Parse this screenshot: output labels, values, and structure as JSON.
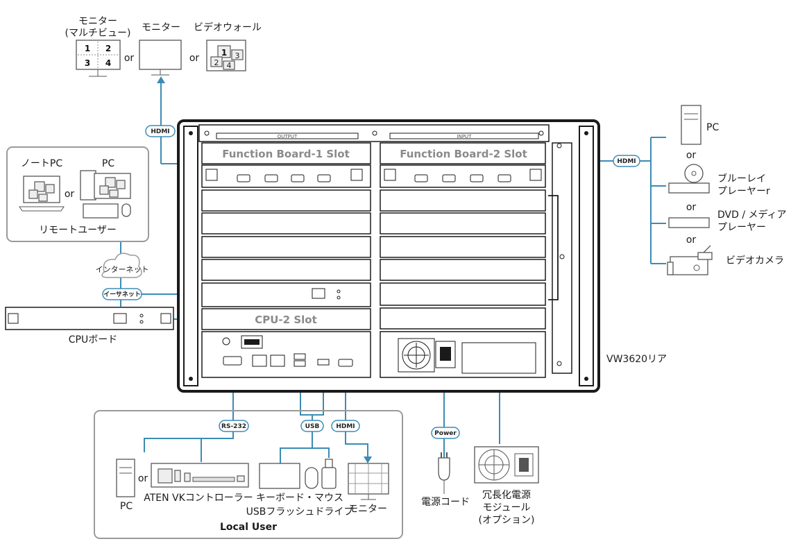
{
  "top_displays": {
    "multiview_label_1": "モニター",
    "multiview_label_2": "(マルチビュー)",
    "monitor_label": "モニター",
    "videowall_label": "ビデオウォール",
    "or": "or"
  },
  "multiview_cells": [
    "1",
    "2",
    "3",
    "4"
  ],
  "videowall_cells": [
    "1",
    "2",
    "3",
    "4"
  ],
  "chassis": {
    "model_label": "VW3620リア",
    "output_label": "OUTPUT",
    "input_label": "INPUT",
    "slot1_label": "Function Board-1 Slot",
    "slot2_label": "Function Board-2 Slot",
    "cpu2_label": "CPU-2 Slot"
  },
  "pills": {
    "hdmi_top": "HDMI",
    "hdmi_right": "HDMI",
    "ethernet": "イーサネット",
    "rs232": "RS-232",
    "usb": "USB",
    "hdmi_bottom": "HDMI",
    "power": "Power"
  },
  "remote": {
    "laptop_label": "ノートPC",
    "pc_label": "PC",
    "or": "or",
    "title": "リモートユーザー",
    "internet_label": "インターネット"
  },
  "cpu_board_label": "CPUボード",
  "sources": {
    "pc": "PC",
    "or1": "or",
    "bluray_1": "ブルーレイ",
    "bluray_2": "プレーヤーr",
    "or2": "or",
    "dvd_1": "DVD / メディア",
    "dvd_2": "プレーヤー",
    "or3": "or",
    "camera": "ビデオカメラ"
  },
  "local": {
    "title": "Local User",
    "pc_label": "PC",
    "or": "or",
    "controller_label": "ATEN VKコントローラー",
    "kbm_label": "キーボード・マウス",
    "usb_flash_label": "USBフラッシュドライブ",
    "monitor_label": "モニター"
  },
  "power": {
    "cord_label": "電源コード",
    "redundant_1": "冗長化電源",
    "redundant_2": "モジュール",
    "redundant_3": "(オプション)"
  },
  "colors": {
    "cable": "#3b8bb5",
    "chassis": "#1a1a1a"
  }
}
